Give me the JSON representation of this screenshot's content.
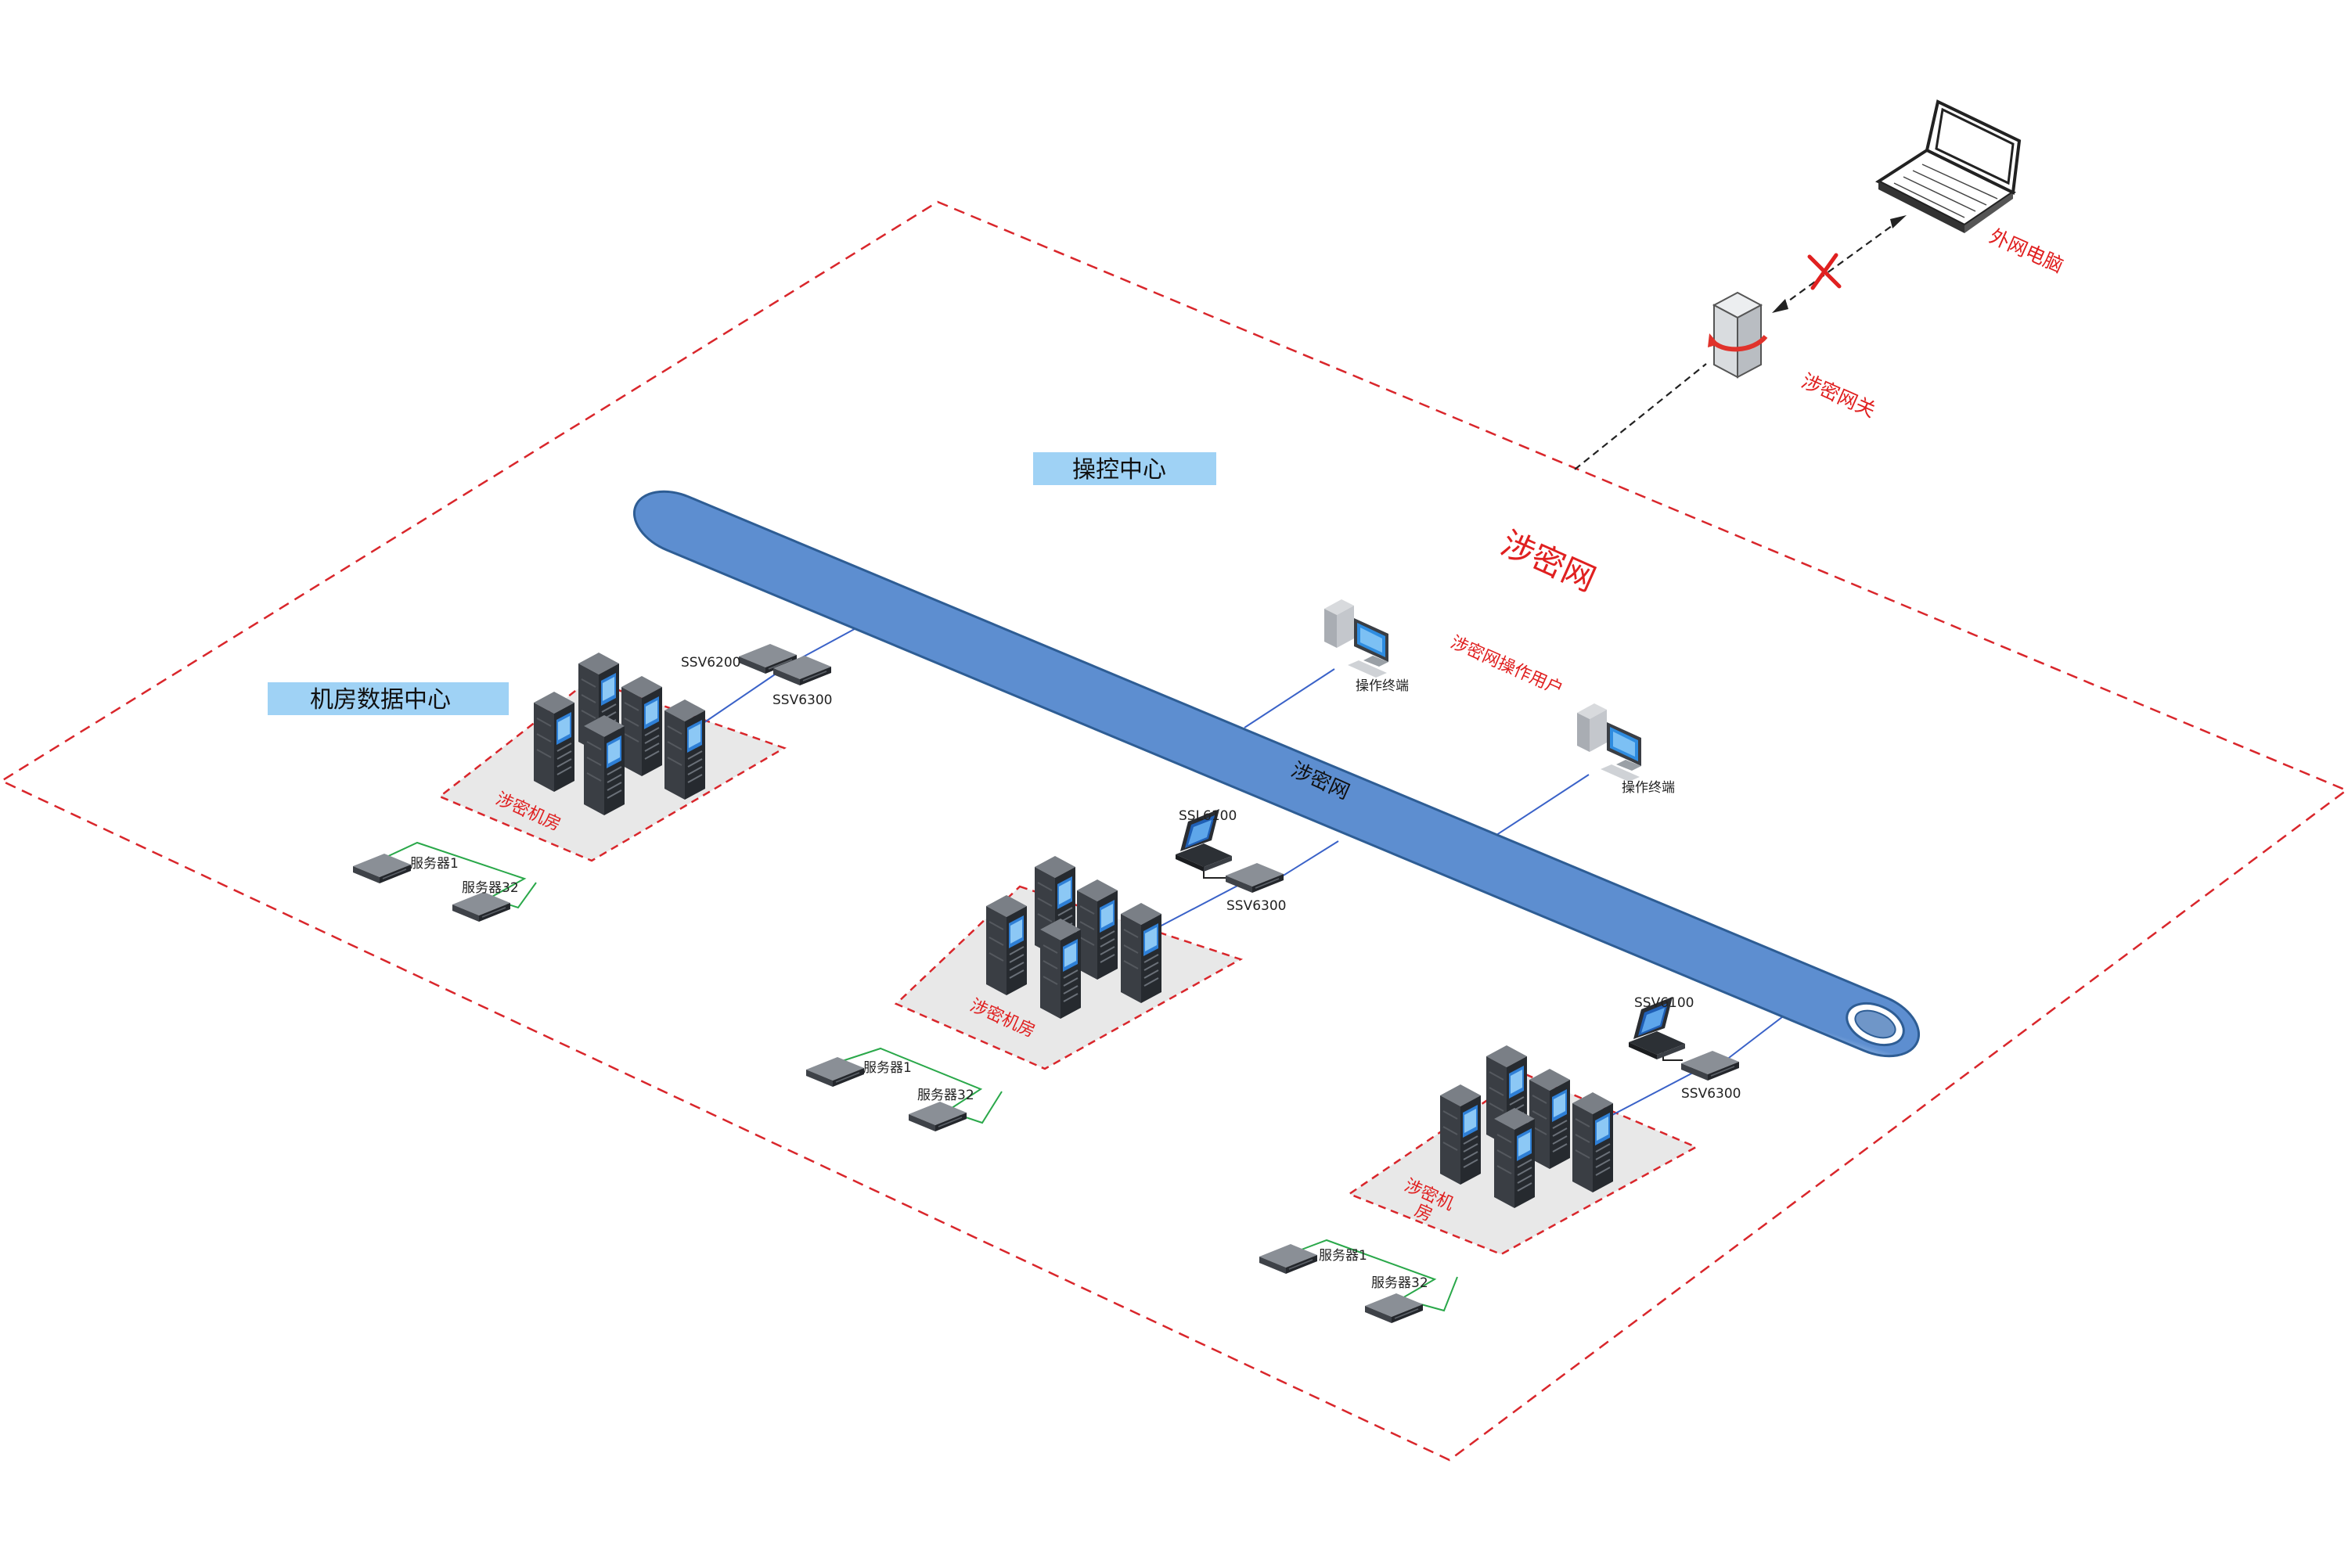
{
  "labels": {
    "control_center": "操控中心",
    "datacenter": "机房数据中心",
    "secret_net_big": "涉密网",
    "backbone": "涉密网",
    "gateway": "涉密网关",
    "external_pc": "外网电脑",
    "operator_users": "涉密网操作用户",
    "terminal1": "操作终端",
    "terminal2": "操作终端",
    "ssv6200": "SSV6200",
    "ssv6300_a": "SSV6300",
    "ssl6100": "SSL6100",
    "ssv6300_b": "SSV6300",
    "ssv6100": "SSV6100",
    "ssv6300_c": "SSV6300",
    "room1_label": "涉密机房",
    "room2_label": "涉密机房",
    "room3_label": "涉密机",
    "room3_label2": "房",
    "r1_srv1": "服务器1",
    "r1_srv32": "服务器32",
    "r2_srv1": "服务器1",
    "r2_srv32": "服务器32",
    "r3_srv1": "服务器1",
    "r3_srv32": "服务器32"
  },
  "icons": {
    "cabinet": "server-cabinet-icon",
    "switch": "kvm-switch-icon",
    "console": "kvm-console-icon",
    "pc": "desktop-pc-icon",
    "laptop": "laptop-icon",
    "gateway": "gateway-server-icon",
    "blocked": "blocked-x-icon"
  },
  "colors": {
    "perimeter": "#d9262b",
    "room_fill": "#e8e8e8",
    "pipe": "#7fa9d9",
    "pipe_edge": "#2e5d94",
    "link_blue": "#3a62c8",
    "link_green": "#2aa84a",
    "label_red": "#e02020",
    "title_fill": "#9fd2f5"
  }
}
